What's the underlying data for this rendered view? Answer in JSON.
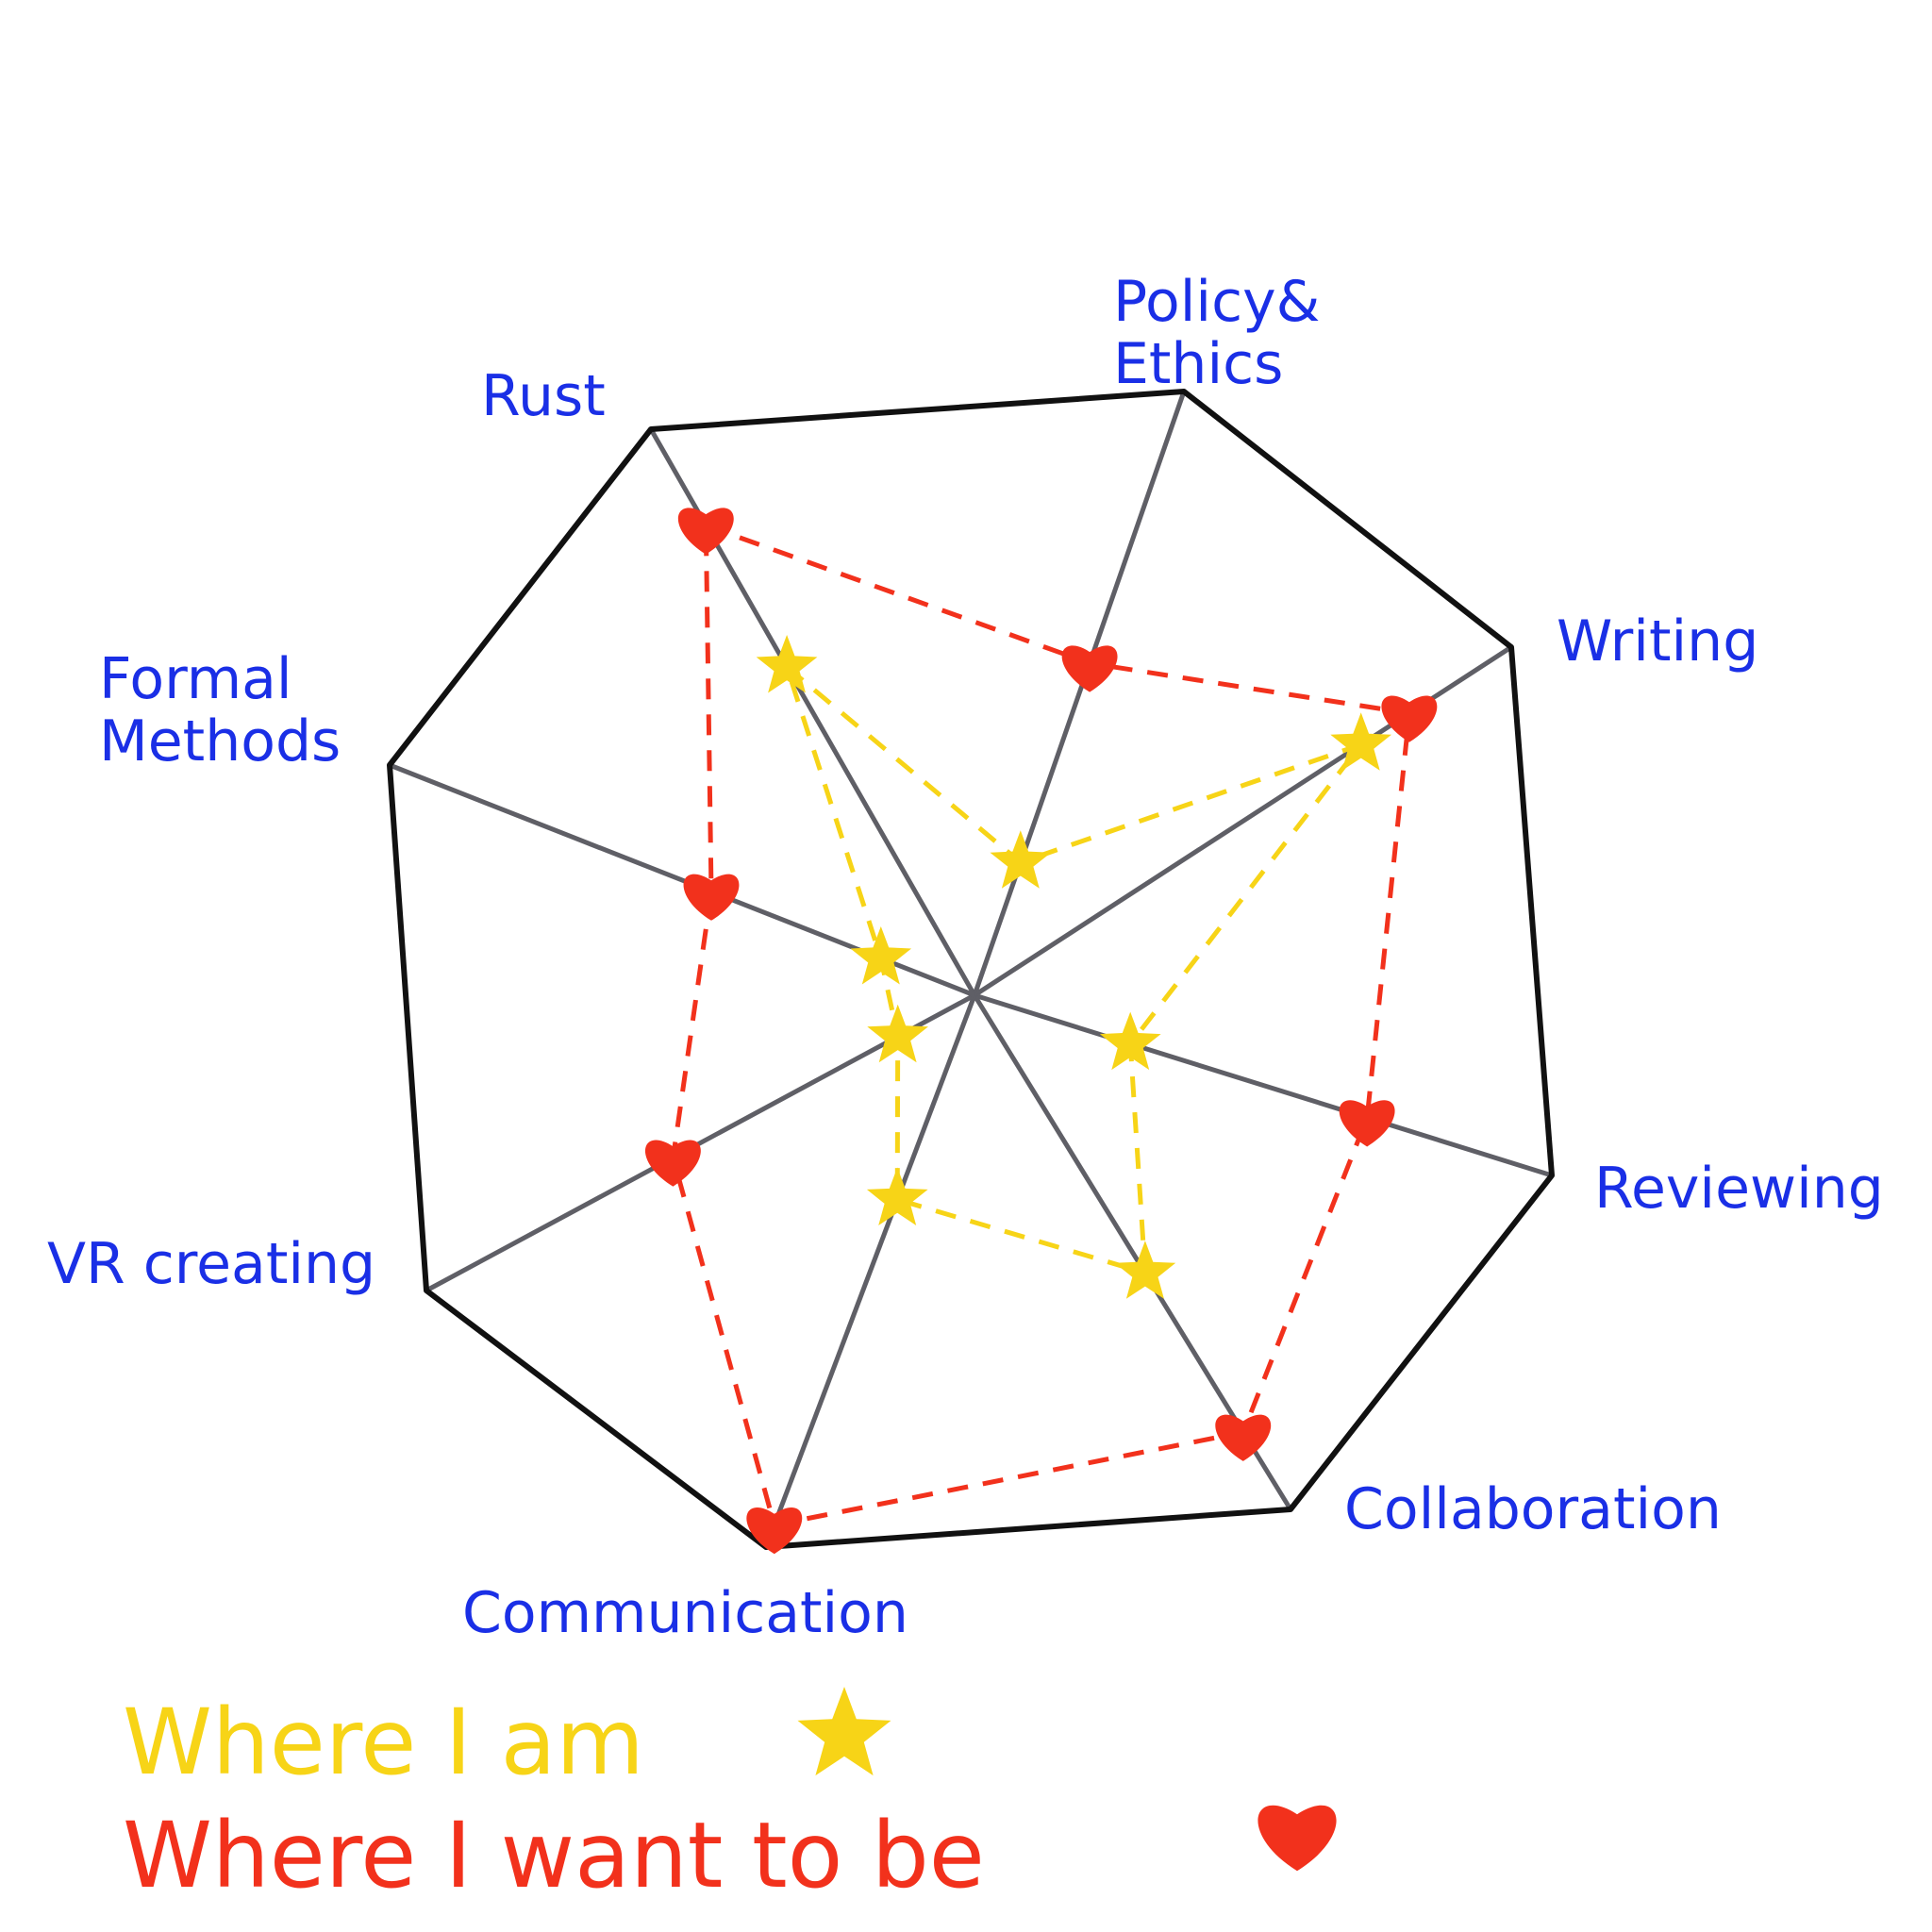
{
  "chart_data": {
    "type": "radar",
    "axes": [
      "Rust",
      "Policy& Ethics",
      "Writing",
      "Reviewing",
      "Collaboration",
      "Communication",
      "VR creating",
      "Formal Methods"
    ],
    "scale_max": 1.0,
    "series": [
      {
        "name": "Where I am",
        "marker": "star-icon",
        "color": "#f7d417",
        "values": [
          0.58,
          0.22,
          0.72,
          0.27,
          0.54,
          0.37,
          0.14,
          0.16
        ]
      },
      {
        "name": "Where I want to be",
        "marker": "heart-icon",
        "color": "#f2311c",
        "values": [
          0.83,
          0.55,
          0.81,
          0.68,
          0.85,
          0.96,
          0.55,
          0.45
        ]
      }
    ],
    "axis_label_color": "#1a2fe6",
    "outline_color": "#111111",
    "spoke_color": "#5f5f66"
  },
  "legend": {
    "current_label": "Where I am",
    "target_label": "Where I want to be"
  }
}
